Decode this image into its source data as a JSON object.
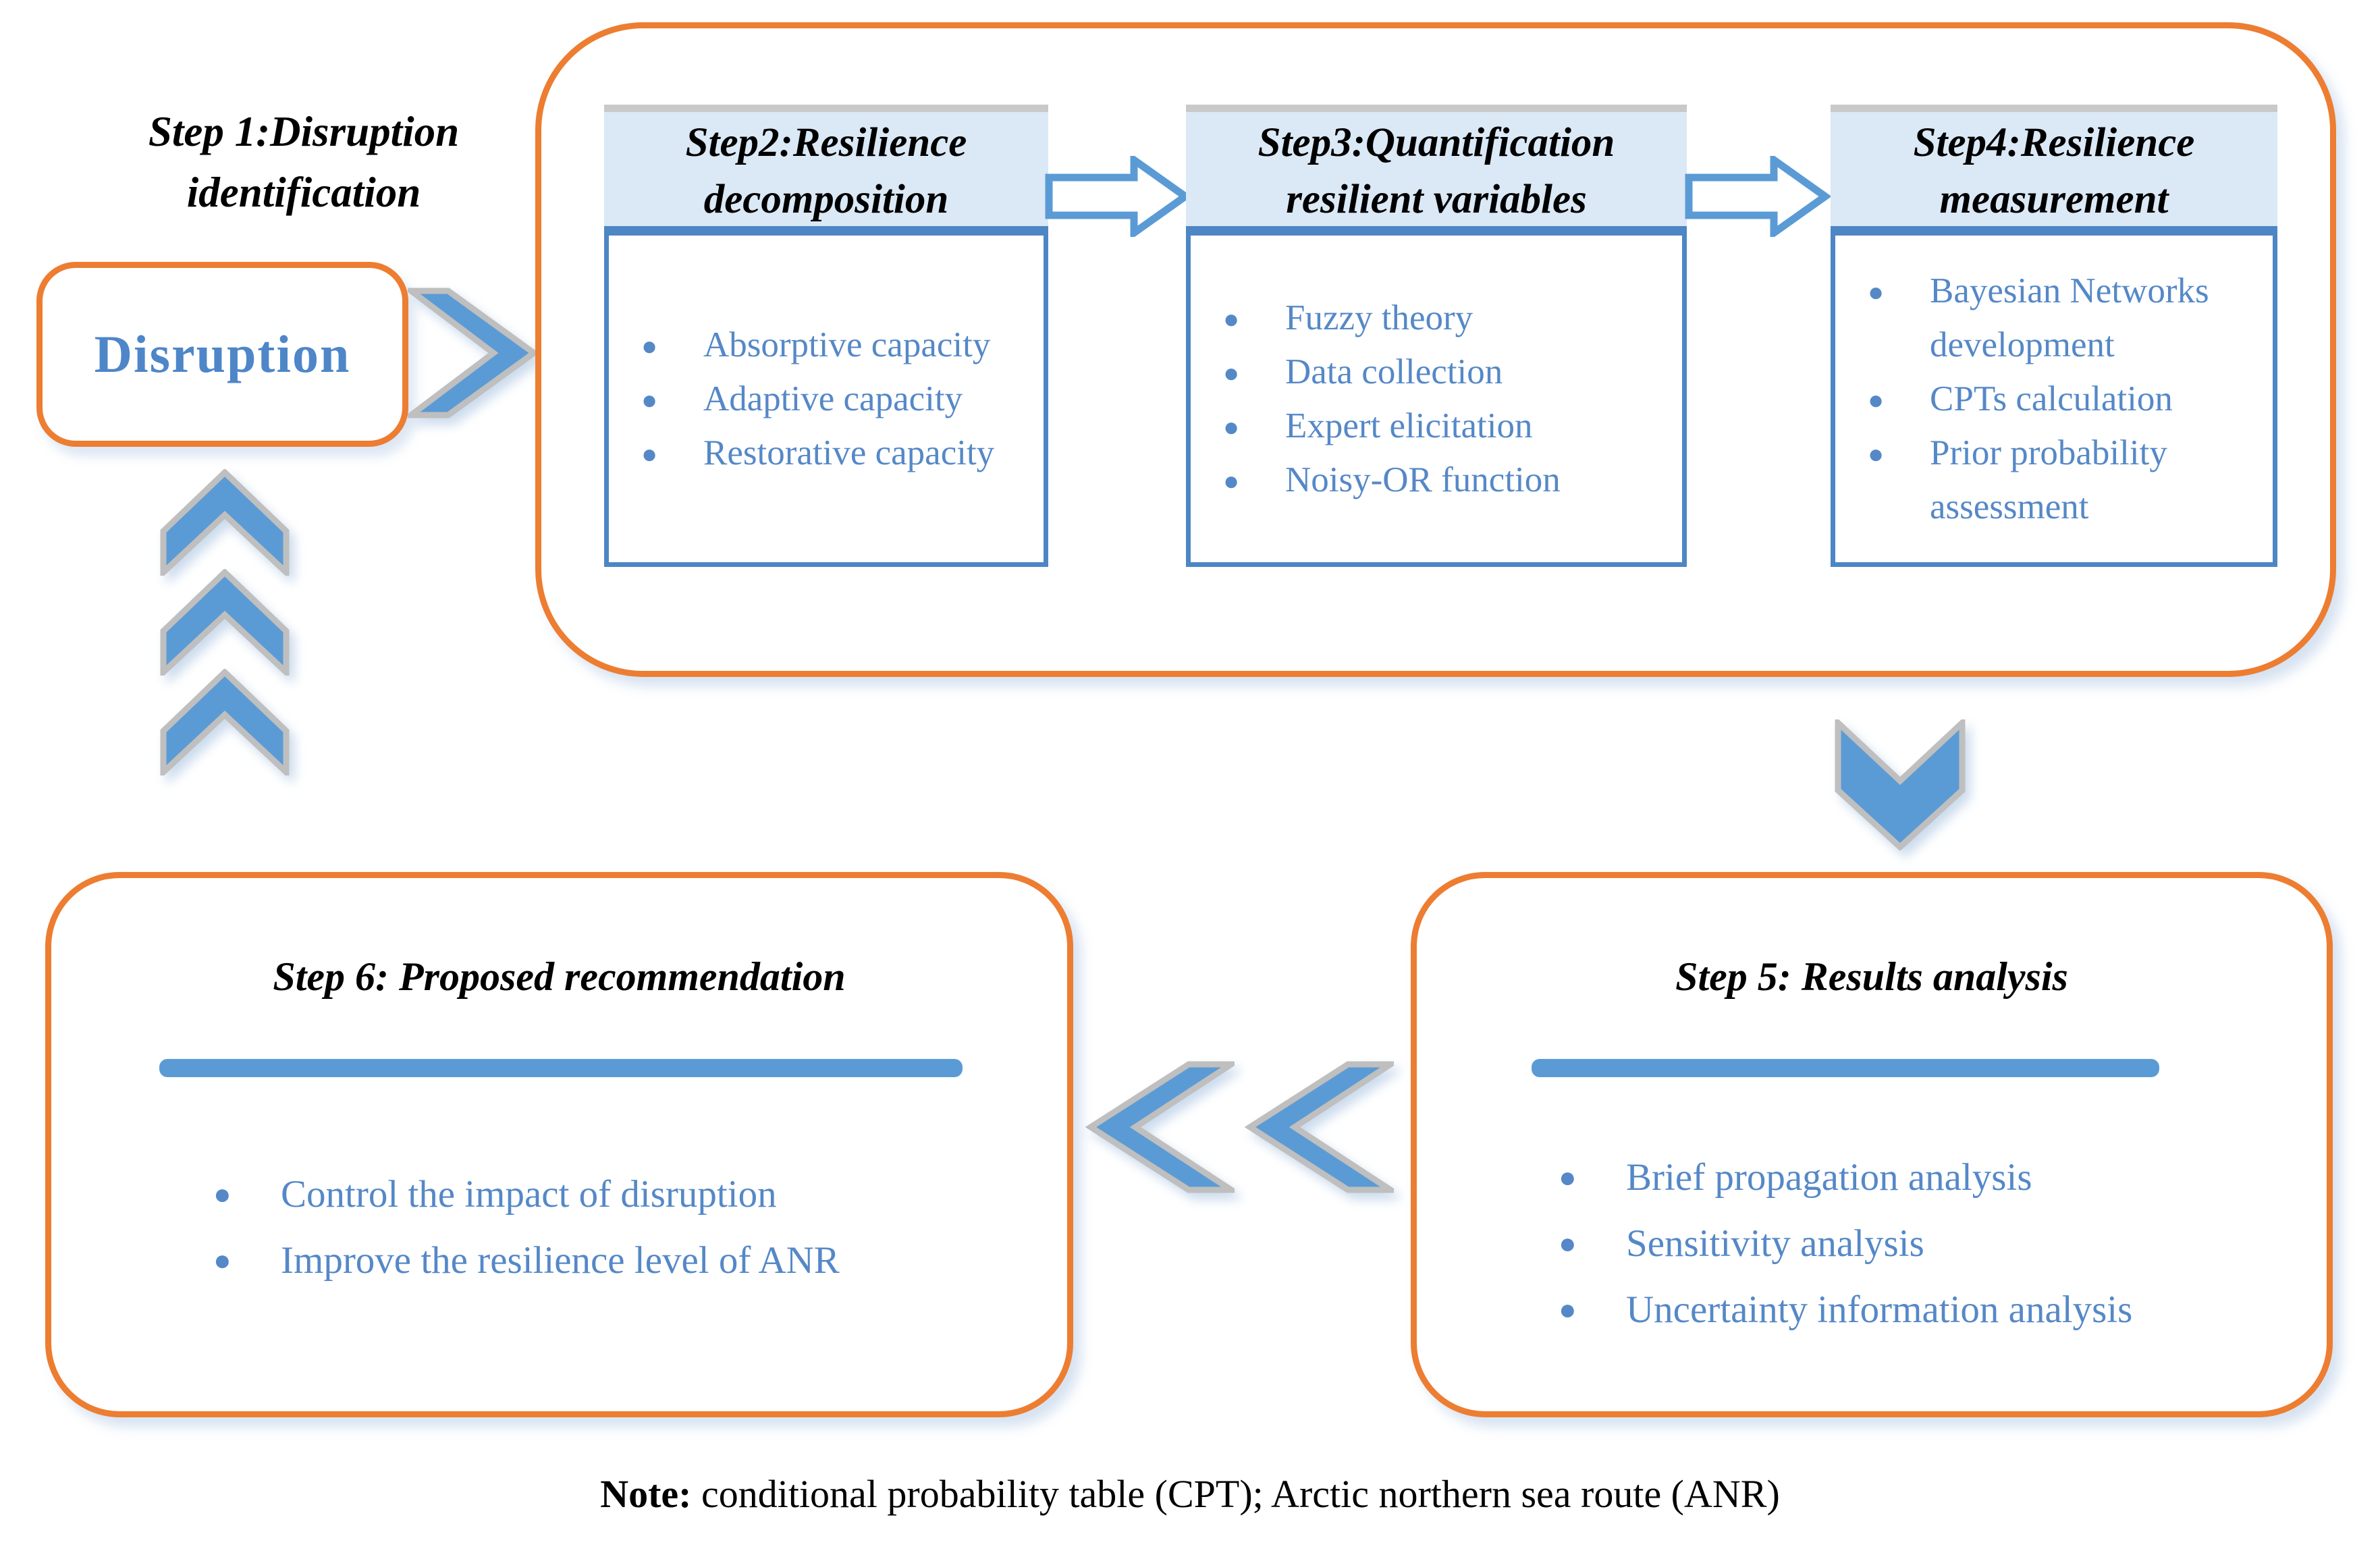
{
  "step1": {
    "title_line1": "Step 1:Disruption",
    "title_line2": "identification",
    "box_label": "Disruption"
  },
  "step2": {
    "title_line1": "Step2:Resilience",
    "title_line2": "decomposition",
    "bullets": [
      "Absorptive capacity",
      "Adaptive capacity",
      "Restorative capacity"
    ]
  },
  "step3": {
    "title_line1": "Step3:Quantification",
    "title_line2": "resilient variables",
    "bullets": [
      "Fuzzy theory",
      "Data collection",
      "Expert elicitation",
      "Noisy-OR function"
    ]
  },
  "step4": {
    "title_line1": "Step4:Resilience",
    "title_line2": "measurement",
    "bullets": [
      "Bayesian Networks development",
      "CPTs calculation",
      "Prior probability assessment"
    ]
  },
  "step5": {
    "title": "Step 5: Results analysis",
    "bullets": [
      "Brief propagation analysis",
      "Sensitivity analysis",
      "Uncertainty information analysis"
    ]
  },
  "step6": {
    "title": "Step 6: Proposed recommendation",
    "bullets": [
      "Control the impact of disruption",
      "Improve the resilience level of ANR"
    ]
  },
  "note": {
    "label": "Note:",
    "text": " conditional probability table (CPT); Arctic northern sea route (ANR)"
  },
  "colors": {
    "orange_border": "#ED7D31",
    "chevron_blue": "#5B9BD5",
    "chevron_outline": "#BFBFBF",
    "header_bg": "#DBE8F5",
    "box_border_blue": "#4D86C4",
    "bullet_text_blue": "#5588C7",
    "disruption_text_blue": "#4E86C8",
    "accent_bar_blue": "#5B9BD5",
    "header_gray_strip": "#C9C9C9",
    "note_text": "#000000"
  }
}
